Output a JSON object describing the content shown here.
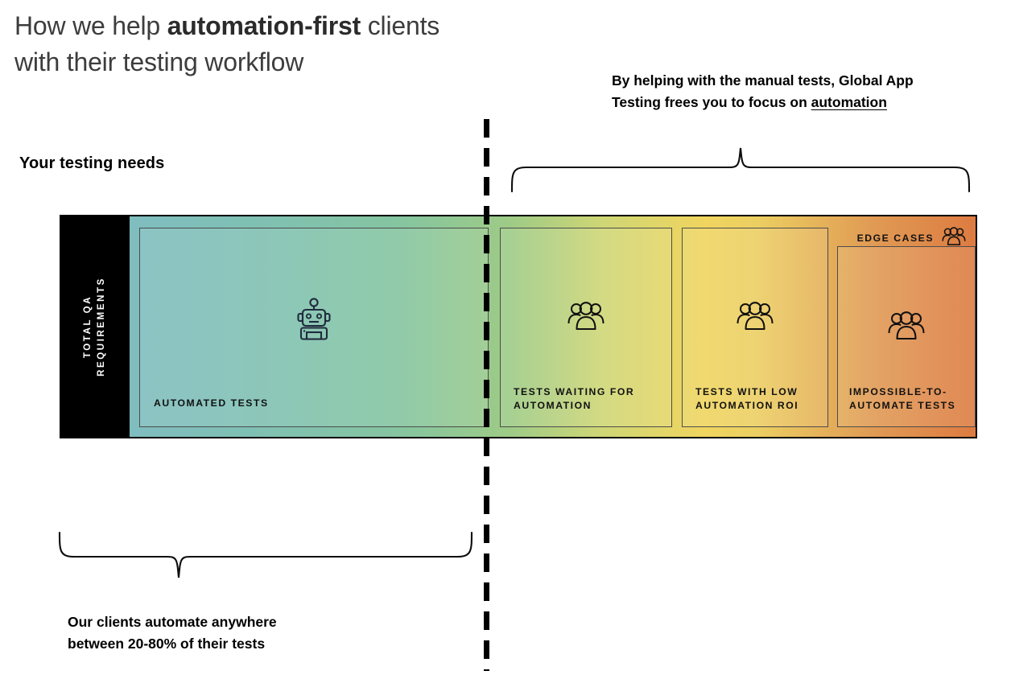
{
  "title": {
    "line1_pre": "How we help ",
    "line1_em": "automation-first",
    "line1_post": " clients",
    "line2": "with their testing workflow"
  },
  "top_note": {
    "line1": "By helping with the manual tests, Global App",
    "line2_pre": "Testing frees you to focus on ",
    "line2_link": "automation"
  },
  "section_label": "Your testing needs",
  "bar": {
    "left_axis_label_line1": "TOTAL QA",
    "left_axis_label_line2": "REQUIREMENTS",
    "edge_cases_label": "EDGE CASES",
    "edge_cases_icon": "people-group-icon",
    "panels": [
      {
        "id": "automated-tests",
        "label": "AUTOMATED TESTS",
        "icon": "robot-icon"
      },
      {
        "id": "tests-waiting-for-automation",
        "label": "TESTS WAITING FOR\nAUTOMATION",
        "icon": "people-group-icon"
      },
      {
        "id": "tests-with-low-automation-roi",
        "label": "TESTS WITH LOW\nAUTOMATION ROI",
        "icon": "people-group-icon"
      },
      {
        "id": "impossible-to-automate-tests",
        "label": "IMPOSSIBLE-TO-\nAUTOMATE TESTS",
        "icon": "people-group-icon"
      }
    ]
  },
  "bottom_note": {
    "line1": "Our clients automate anywhere",
    "line2": "between 20-80% of their tests"
  },
  "colors": {
    "bar_frame": "#000000",
    "gradient_start": "#7fbdbf",
    "gradient_green": "#85c5a0",
    "gradient_yellow": "#f0d55f",
    "gradient_end": "#dd7b41",
    "title_text": "#3d3d3d",
    "body_text": "#000000",
    "panel_border": "#4c4c4c",
    "axis_label_text": "#ffffff"
  }
}
